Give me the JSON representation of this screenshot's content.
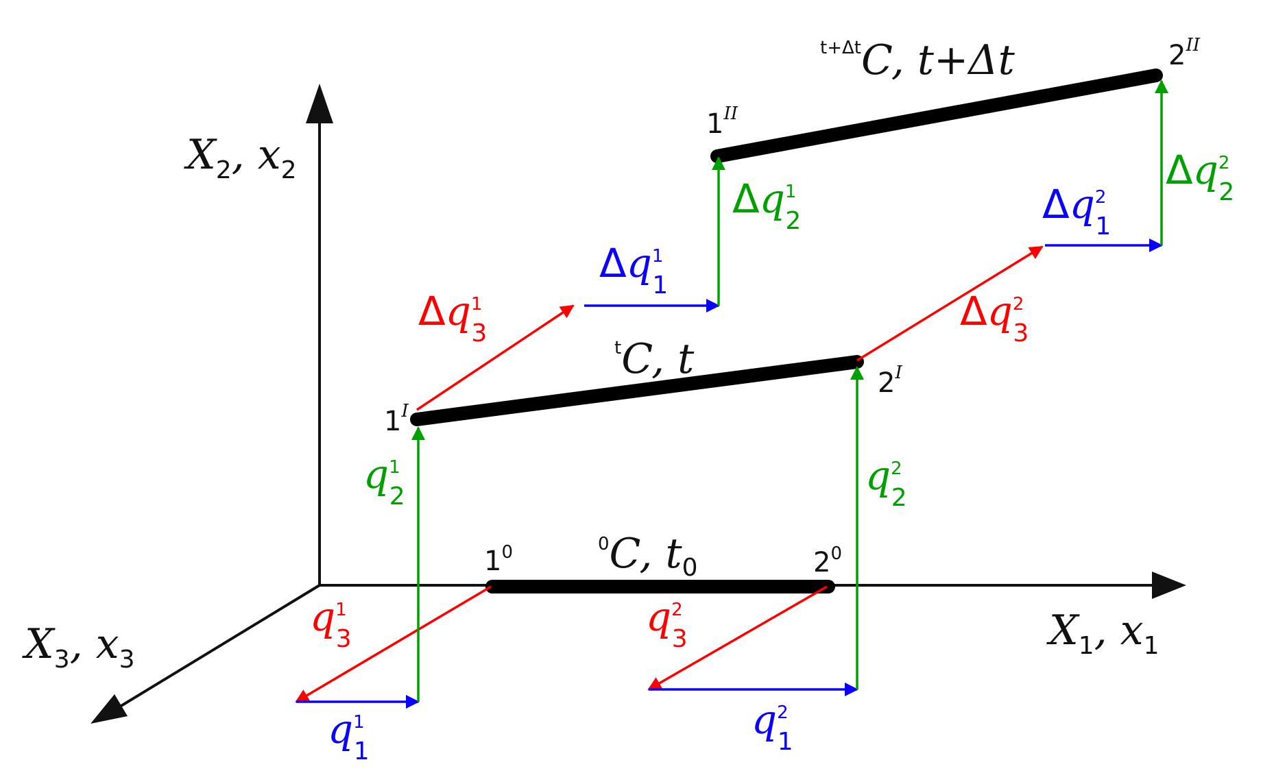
{
  "colors": {
    "axis": "#111111",
    "bar": "#000000",
    "q1": "#0a00ff",
    "q2": "#00a000",
    "q3": "#ff0000"
  },
  "axes": {
    "x1": {
      "main": "X",
      "sub1": "1",
      "sep": ", ",
      "italic": "x",
      "sub2": "1"
    },
    "x2": {
      "main": "X",
      "sub1": "2",
      "sep": ", ",
      "italic": "x",
      "sub2": "2"
    },
    "x3": {
      "main": "X",
      "sub1": "3",
      "sep": ", ",
      "italic": "x",
      "sub2": "3"
    }
  },
  "configurations": {
    "c0": {
      "pre_sup": "0",
      "symbol": "C",
      "sep": ", ",
      "time": "t",
      "time_sub": "0"
    },
    "ct": {
      "pre_sup": "t",
      "symbol": "C",
      "sep": ", ",
      "time": "t"
    },
    "ctdt": {
      "pre_sup": "t+Δt",
      "symbol": "C",
      "sep": ", ",
      "time": "t+Δt"
    }
  },
  "nodes": {
    "n1_0": {
      "num": "1",
      "mark": "0"
    },
    "n2_0": {
      "num": "2",
      "mark": "0"
    },
    "n1_I": {
      "num": "1",
      "mark": "I"
    },
    "n2_I": {
      "num": "2",
      "mark": "I"
    },
    "n1_II": {
      "num": "1",
      "mark": "II"
    },
    "n2_II": {
      "num": "2",
      "mark": "II"
    }
  },
  "vectors": {
    "q1_1": {
      "prefix": "",
      "base": "q",
      "sup": "1",
      "sub": "1"
    },
    "q1_2": {
      "prefix": "",
      "base": "q",
      "sup": "2",
      "sub": "1"
    },
    "q2_1": {
      "prefix": "",
      "base": "q",
      "sup": "1",
      "sub": "2"
    },
    "q2_2": {
      "prefix": "",
      "base": "q",
      "sup": "2",
      "sub": "2"
    },
    "q3_1": {
      "prefix": "",
      "base": "q",
      "sup": "1",
      "sub": "3"
    },
    "q3_2": {
      "prefix": "",
      "base": "q",
      "sup": "2",
      "sub": "3"
    },
    "dq1_1": {
      "prefix": "Δ",
      "base": "q",
      "sup": "1",
      "sub": "1"
    },
    "dq1_2": {
      "prefix": "Δ",
      "base": "q",
      "sup": "2",
      "sub": "1"
    },
    "dq2_1": {
      "prefix": "Δ",
      "base": "q",
      "sup": "1",
      "sub": "2"
    },
    "dq2_2": {
      "prefix": "Δ",
      "base": "q",
      "sup": "2",
      "sub": "2"
    },
    "dq3_1": {
      "prefix": "Δ",
      "base": "q",
      "sup": "1",
      "sub": "3"
    },
    "dq3_2": {
      "prefix": "Δ",
      "base": "q",
      "sup": "2",
      "sub": "3"
    }
  }
}
